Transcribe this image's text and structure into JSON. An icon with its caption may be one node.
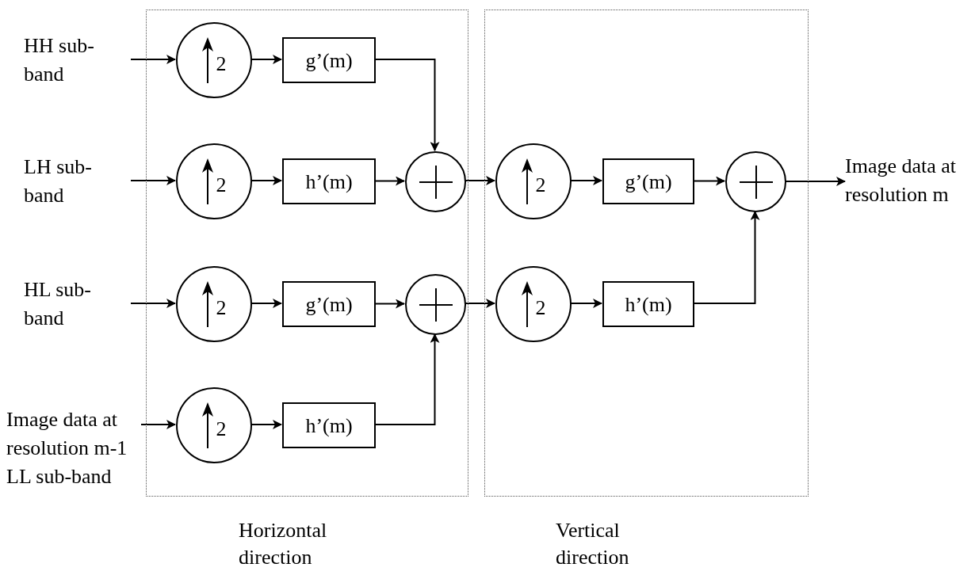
{
  "diagram": {
    "nodes": [
      {
        "text": [
          "Horizontal direction"
        ]
      },
      {
        "text": [
          "Vertical direction"
        ]
      },
      {
        "text": [
          "HH sub-band"
        ]
      },
      {
        "text": [
          "LH sub-band"
        ]
      },
      {
        "text": [
          "HL sub-band"
        ]
      },
      {
        "text": [
          "Image data at resolution m-1 LL sub-band"
        ]
      },
      {
        "text": [
          "2"
        ],
        "in": 0
      },
      {
        "text": [
          "g’(m)"
        ],
        "in": 0
      },
      {
        "text": [
          "2"
        ],
        "in": 0
      },
      {
        "text": [
          "h’(m)"
        ],
        "in": 0
      },
      {
        "text": [],
        "shape": "circle",
        "in": 0
      },
      {
        "text": [
          "2"
        ],
        "in": 0
      },
      {
        "text": [
          "g’(m)"
        ],
        "in": 0
      },
      {
        "text": [],
        "shape": "circle",
        "in": 0
      },
      {
        "text": [
          "2"
        ],
        "in": 0
      },
      {
        "text": [
          "h’(m)"
        ],
        "in": 0
      },
      {
        "text": [
          "2"
        ],
        "in": 1
      },
      {
        "text": [
          "g’(m)"
        ],
        "in": 1
      },
      {
        "text": [
          "2"
        ],
        "in": 1
      },
      {
        "text": [
          "h’(m)"
        ],
        "in": 1
      },
      {
        "text": [],
        "shape": "circle",
        "in": 1
      },
      {
        "text": [
          "Image data at resolution m"
        ]
      }
    ],
    "edges": [
      {
        "from": 2,
        "to": 6,
        "arrow": "to"
      },
      {
        "from": 6,
        "to": 7,
        "arrow": "to"
      },
      {
        "from": 7,
        "to": 10,
        "arrow": "to"
      },
      {
        "from": 3,
        "to": 8,
        "arrow": "to"
      },
      {
        "from": 8,
        "to": 9,
        "arrow": "to"
      },
      {
        "from": 9,
        "to": 10,
        "arrow": "to"
      },
      {
        "from": 4,
        "to": 11,
        "arrow": "to"
      },
      {
        "from": 11,
        "to": 12,
        "arrow": "to"
      },
      {
        "from": 12,
        "to": 13,
        "arrow": "to"
      },
      {
        "from": 5,
        "to": 14,
        "arrow": "to"
      },
      {
        "from": 14,
        "to": 15,
        "arrow": "to"
      },
      {
        "from": 15,
        "to": 13,
        "arrow": "to"
      },
      {
        "from": 10,
        "to": 16,
        "arrow": "to"
      },
      {
        "from": 13,
        "to": 18,
        "arrow": "to"
      },
      {
        "from": 16,
        "to": 17,
        "arrow": "to"
      },
      {
        "from": 17,
        "to": 20,
        "arrow": "to"
      },
      {
        "from": 18,
        "to": 19,
        "arrow": "to"
      },
      {
        "from": 19,
        "to": 20,
        "arrow": "to"
      },
      {
        "from": 20,
        "to": 21,
        "arrow": "to"
      }
    ]
  }
}
